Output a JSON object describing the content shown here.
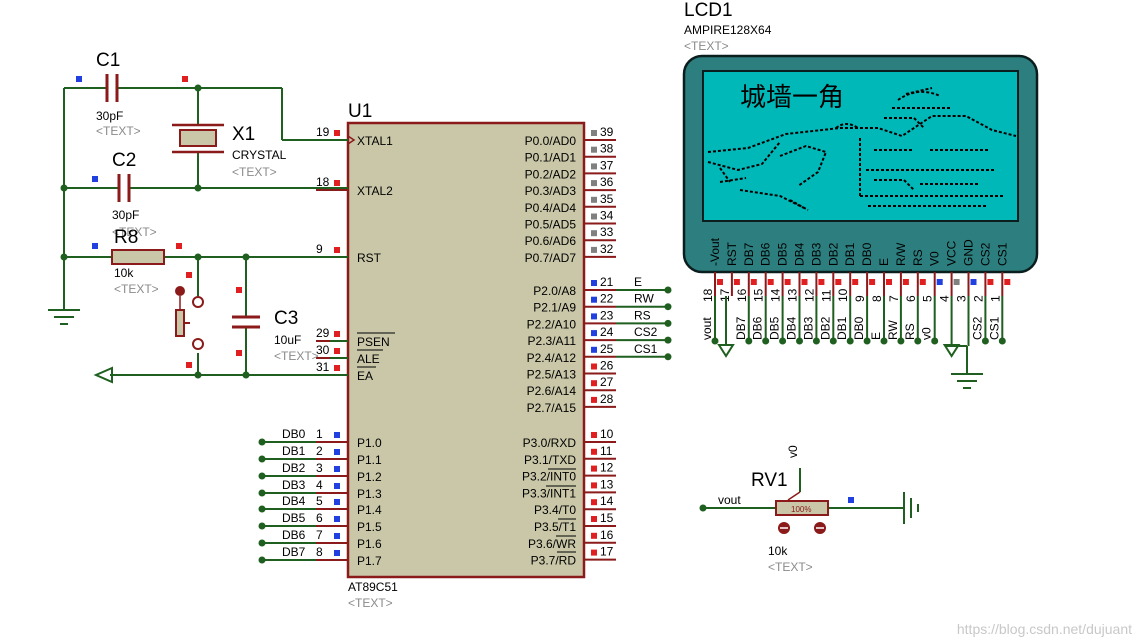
{
  "u1": {
    "ref": "U1",
    "part": "AT89C51",
    "text": "<TEXT>",
    "left_pins": [
      {
        "num": "19",
        "name": "XTAL1"
      },
      {
        "num": "18",
        "name": "XTAL2"
      },
      {
        "num": "9",
        "name": "RST"
      },
      {
        "num": "29",
        "name": "PSEN"
      },
      {
        "num": "30",
        "name": "ALE"
      },
      {
        "num": "31",
        "name": "EA"
      },
      {
        "num": "1",
        "name": "P1.0"
      },
      {
        "num": "2",
        "name": "P1.1"
      },
      {
        "num": "3",
        "name": "P1.2"
      },
      {
        "num": "4",
        "name": "P1.3"
      },
      {
        "num": "5",
        "name": "P1.4"
      },
      {
        "num": "6",
        "name": "P1.5"
      },
      {
        "num": "7",
        "name": "P1.6"
      },
      {
        "num": "8",
        "name": "P1.7"
      }
    ],
    "right_pins": [
      {
        "num": "39",
        "name": "P0.0/AD0"
      },
      {
        "num": "38",
        "name": "P0.1/AD1"
      },
      {
        "num": "37",
        "name": "P0.2/AD2"
      },
      {
        "num": "36",
        "name": "P0.3/AD3"
      },
      {
        "num": "35",
        "name": "P0.4/AD4"
      },
      {
        "num": "34",
        "name": "P0.5/AD5"
      },
      {
        "num": "33",
        "name": "P0.6/AD6"
      },
      {
        "num": "32",
        "name": "P0.7/AD7"
      },
      {
        "num": "21",
        "name": "P2.0/A8"
      },
      {
        "num": "22",
        "name": "P2.1/A9"
      },
      {
        "num": "23",
        "name": "P2.2/A10"
      },
      {
        "num": "24",
        "name": "P2.3/A11"
      },
      {
        "num": "25",
        "name": "P2.4/A12"
      },
      {
        "num": "26",
        "name": "P2.5/A13"
      },
      {
        "num": "27",
        "name": "P2.6/A14"
      },
      {
        "num": "28",
        "name": "P2.7/A15"
      },
      {
        "num": "10",
        "name": "P3.0/RXD"
      },
      {
        "num": "11",
        "name": "P3.1/TXD"
      },
      {
        "num": "12",
        "name": "P3.2/INT0"
      },
      {
        "num": "13",
        "name": "P3.3/INT1"
      },
      {
        "num": "14",
        "name": "P3.4/T0"
      },
      {
        "num": "15",
        "name": "P3.5/T1"
      },
      {
        "num": "16",
        "name": "P3.6/WR"
      },
      {
        "num": "17",
        "name": "P3.7/RD"
      }
    ]
  },
  "p1_nets": [
    "DB0",
    "DB1",
    "DB2",
    "DB3",
    "DB4",
    "DB5",
    "DB6",
    "DB7"
  ],
  "p2_nets": [
    "E",
    "RW",
    "RS",
    "CS2",
    "CS1"
  ],
  "components": {
    "c1": {
      "ref": "C1",
      "value": "30pF",
      "text": "<TEXT>"
    },
    "c2": {
      "ref": "C2",
      "value": "30pF",
      "text": "<TEXT>"
    },
    "x1": {
      "ref": "X1",
      "value": "CRYSTAL",
      "text": "<TEXT>"
    },
    "r8": {
      "ref": "R8",
      "value": "10k",
      "text": "<TEXT>"
    },
    "c3": {
      "ref": "C3",
      "value": "10uF",
      "text": "<TEXT>"
    },
    "rv1": {
      "ref": "RV1",
      "value": "10k",
      "text": "<TEXT>",
      "percent": "100%",
      "pin_top": "v0",
      "pin_left": "vout"
    }
  },
  "lcd": {
    "ref": "LCD1",
    "part": "AMPIRE128X64",
    "text": "<TEXT>",
    "screen_text": "城墙一角",
    "pins": [
      {
        "num": "18",
        "name": "-Vout",
        "net": "vout"
      },
      {
        "num": "17",
        "name": "RST",
        "net": ""
      },
      {
        "num": "16",
        "name": "DB7",
        "net": "DB7"
      },
      {
        "num": "15",
        "name": "DB6",
        "net": "DB6"
      },
      {
        "num": "14",
        "name": "DB5",
        "net": "DB5"
      },
      {
        "num": "13",
        "name": "DB4",
        "net": "DB4"
      },
      {
        "num": "12",
        "name": "DB3",
        "net": "DB3"
      },
      {
        "num": "11",
        "name": "DB2",
        "net": "DB2"
      },
      {
        "num": "10",
        "name": "DB1",
        "net": "DB1"
      },
      {
        "num": "9",
        "name": "DB0",
        "net": "DB0"
      },
      {
        "num": "8",
        "name": "E",
        "net": "E"
      },
      {
        "num": "7",
        "name": "R/W",
        "net": "RW"
      },
      {
        "num": "6",
        "name": "RS",
        "net": "RS"
      },
      {
        "num": "5",
        "name": "V0",
        "net": "v0"
      },
      {
        "num": "4",
        "name": "VCC",
        "net": ""
      },
      {
        "num": "3",
        "name": "GND",
        "net": ""
      },
      {
        "num": "2",
        "name": "CS2",
        "net": "CS2"
      },
      {
        "num": "1",
        "name": "CS1",
        "net": "CS1"
      }
    ]
  },
  "watermark": "https://blog.csdn.net/dujuant",
  "colors": {
    "wire": "#1f5f1f",
    "body": "#8b1a1a",
    "fill": "#c9c7a8",
    "lcd_body": "#2d7f7f",
    "lcd_screen": "#00b8b8",
    "pin_red": "#e02020",
    "pin_blue": "#2040e0",
    "pin_gray": "#808080"
  }
}
